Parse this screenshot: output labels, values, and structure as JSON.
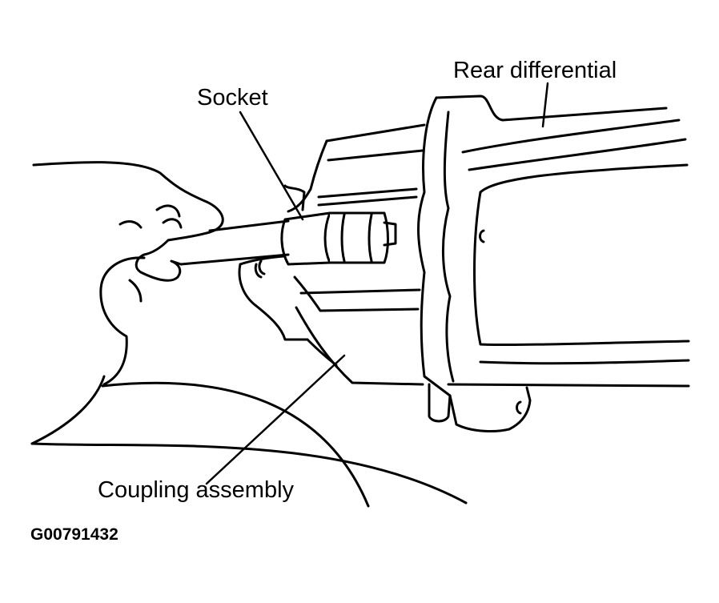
{
  "labels": {
    "rear_differential": "Rear differential",
    "socket": "Socket",
    "coupling_assembly": "Coupling assembly"
  },
  "figure_id": "G00791432",
  "colors": {
    "line": "#000000",
    "background": "#ffffff"
  }
}
